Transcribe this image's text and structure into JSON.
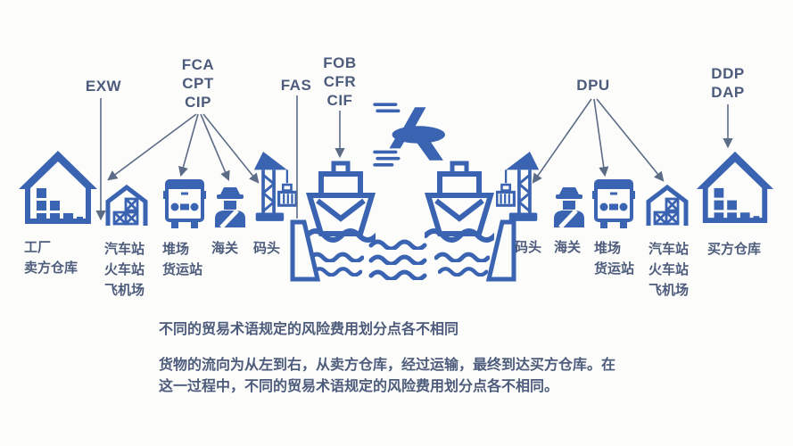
{
  "colors": {
    "icon_blue": "#3a64b2",
    "label_text": "#4d5c7c",
    "arrow": "#5c6c86",
    "background": "#fcfcfa"
  },
  "terms": {
    "exw": {
      "label": "EXW"
    },
    "fca": {
      "lines": [
        "FCA",
        "CPT",
        "CIP"
      ]
    },
    "fas": {
      "label": "FAS"
    },
    "fob": {
      "lines": [
        "FOB",
        "CFR",
        "CIF"
      ]
    },
    "dpu": {
      "label": "DPU"
    },
    "ddp": {
      "lines": [
        "DDP",
        "DAP"
      ]
    }
  },
  "stations": {
    "seller_side": {
      "factory": {
        "lines": [
          "工厂",
          "卖方仓库"
        ]
      },
      "terminal": {
        "lines": [
          "汽车站",
          "火车站",
          "飞机场"
        ]
      },
      "yard": {
        "lines": [
          "堆场",
          "货运站"
        ]
      },
      "customs": {
        "label": "海关"
      },
      "dock": {
        "label": "码头"
      }
    },
    "buyer_side": {
      "dock": {
        "label": "码头"
      },
      "customs": {
        "label": "海关"
      },
      "yard": {
        "lines": [
          "堆场",
          "货运站"
        ]
      },
      "terminal": {
        "lines": [
          "汽车站",
          "火车站",
          "飞机场"
        ]
      },
      "warehouse": {
        "label": "买方仓库"
      }
    }
  },
  "notes": {
    "headline": "不同的贸易术语规定的风险费用划分点各不相同",
    "body_line1": "货物的流向为从左到右，从卖方仓库，经过运输，最终到达买方仓库。在",
    "body_line2": "这一过程中，不同的贸易术语规定的风险费用划分点各不相同。"
  }
}
